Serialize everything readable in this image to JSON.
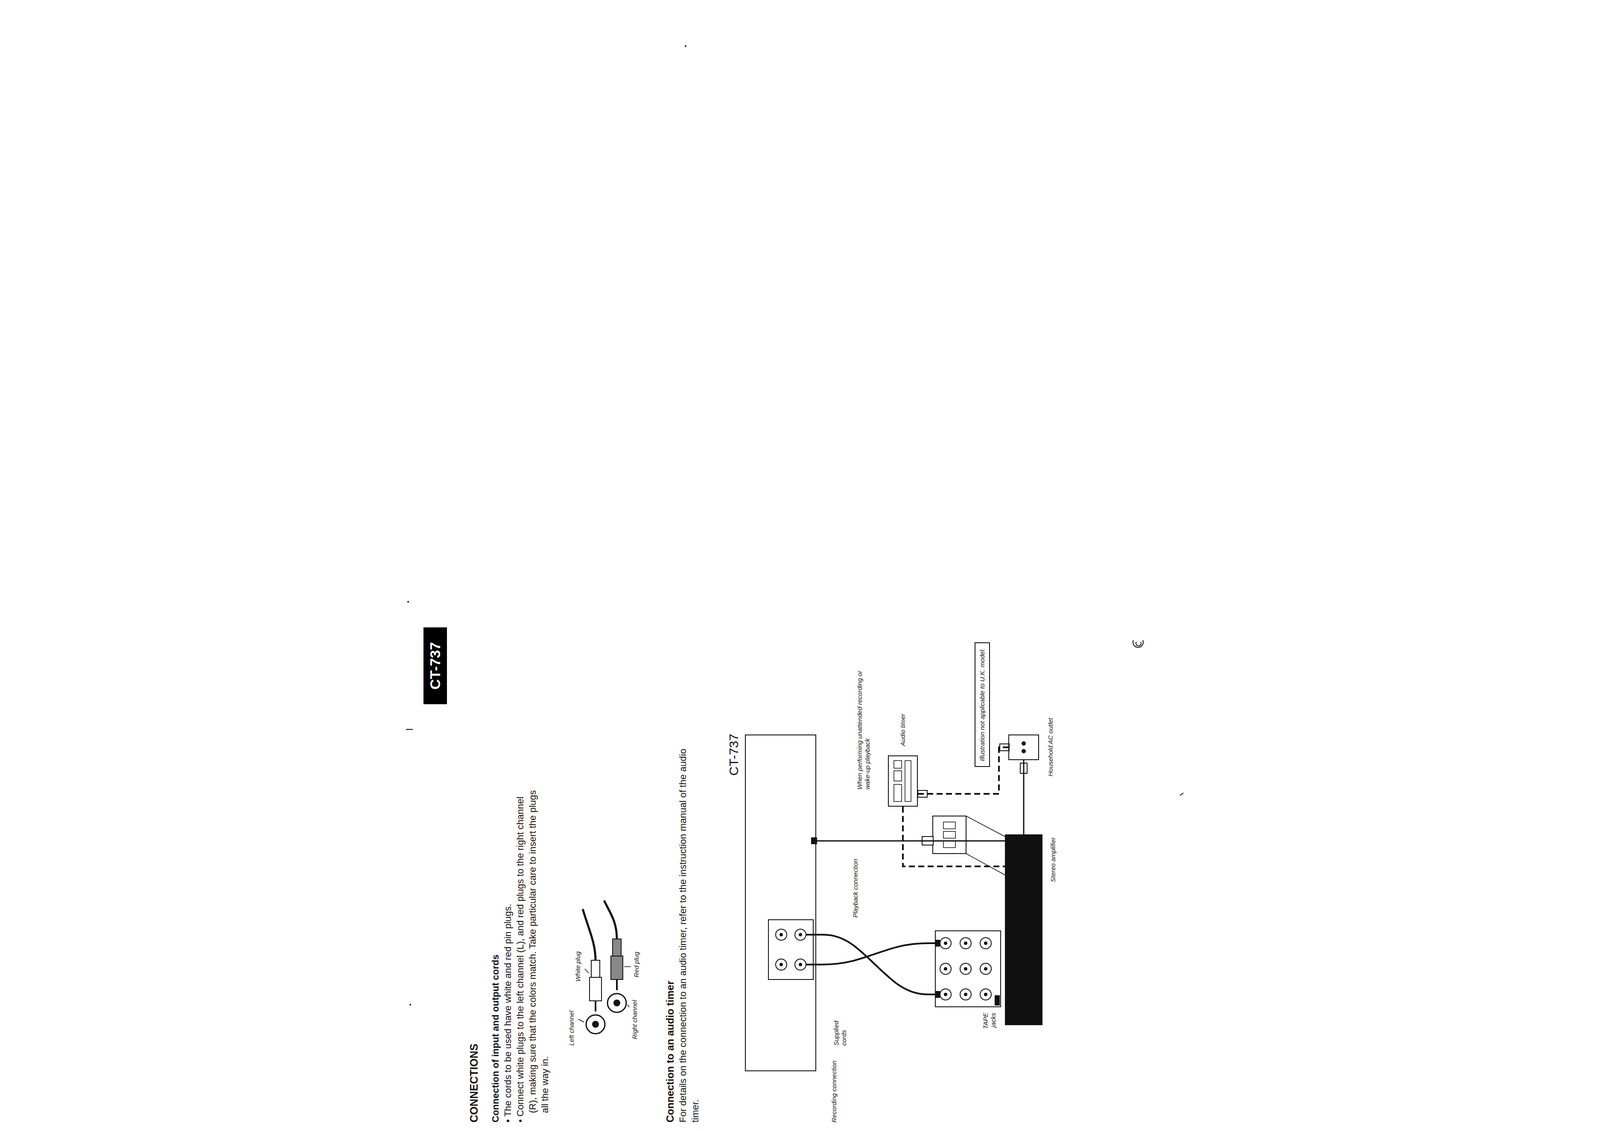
{
  "diagram": {
    "nodes": [
      {
        "text": [
          "CT-737"
        ]
      },
      {
        "text": [
          "CT-737"
        ]
      },
      {
        "text": [
          "TAPE jacks"
        ]
      },
      {
        "text": [
          "Stereo amplifier"
        ]
      },
      {
        "text": [
          "Audio timer"
        ]
      },
      {
        "text": [
          "Illustration not applicable to U.K. model."
        ]
      },
      {
        "text": [
          "Household AC outlet"
        ]
      }
    ],
    "edges": [
      {
        "from": 1,
        "to": 2,
        "arrow": "none",
        "label": "Recording connection"
      },
      {
        "from": 1,
        "to": 2,
        "arrow": "none",
        "label": "Playback connection"
      },
      {
        "from": 1,
        "to": 3,
        "arrow": "none"
      },
      {
        "from": 3,
        "to": 6,
        "arrow": "none"
      },
      {
        "from": 4,
        "to": 3,
        "arrow": "none"
      },
      {
        "from": 4,
        "to": 6,
        "arrow": "none"
      }
    ],
    "labels": [
      "CONNECTIONS",
      "Connection of input and output cords",
      "• The cords to be used have white and red pin plugs.",
      "• Connect white plugs to the left channel (L), and red plugs to the right channel (R), making sure that the colors match. Take particular care to insert the plugs all the way in.",
      "Left channel",
      "White plug",
      "Right channel",
      "Red plug",
      "Connection to an audio timer",
      "For details on the connection to an audio timer, refer to the instruction manual of the audio timer.",
      "Supplied cords",
      "When performing unattended recording or wake-up playback"
    ]
  }
}
